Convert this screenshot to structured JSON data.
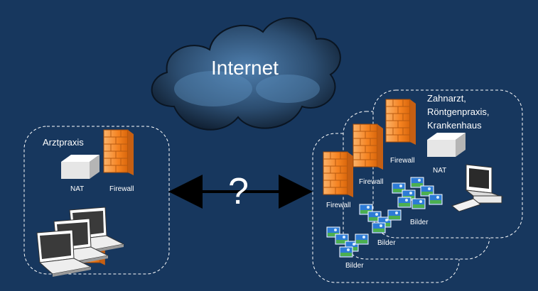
{
  "cloud": {
    "label": "Internet"
  },
  "arrow": {
    "label": "?"
  },
  "left_site": {
    "title": "Arztpraxis",
    "nat_label": "NAT",
    "firewall_label": "Firewall"
  },
  "right_sites": {
    "title_lines": [
      "Zahnarzt,",
      "Röntgenpraxis,",
      "Krankenhaus"
    ],
    "firewall_label": "Firewall",
    "nat_label": "NAT",
    "images_label": "Bilder"
  },
  "colors": {
    "background": "#17375e",
    "border": "#ffffff",
    "cloud": "#2b4a6a",
    "firewall": "#f58220",
    "arrow": "#000000"
  }
}
